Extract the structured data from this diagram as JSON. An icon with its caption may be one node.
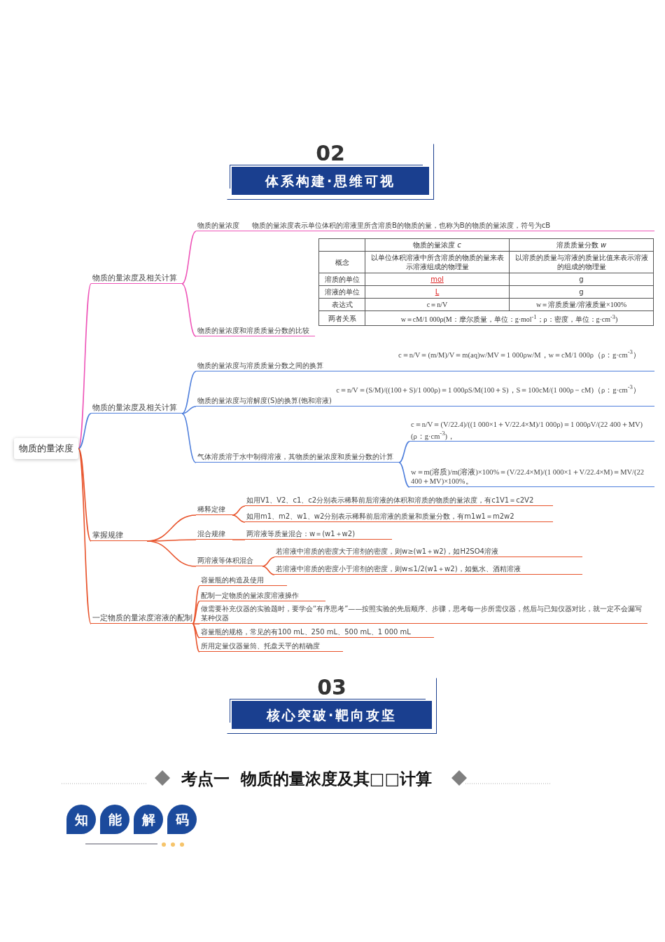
{
  "diagram": {
    "nodes": [
      {
        "text": [
          "02",
          "体系构建·思维可视"
        ]
      },
      {
        "text": [
          "物质的量浓度"
        ]
      },
      {
        "text": [
          "物质的量浓度及相关计算"
        ]
      },
      {
        "text": [
          "物质的量浓度",
          "物质的量浓度表示单位体积的溶液里所含溶质B的物质的量，也称为B的物质的量浓度，符号为cB"
        ]
      },
      {
        "text": [
          "物质的量浓度和溶质质量分数的比较"
        ]
      },
      {
        "text": [
          "物质的量浓度及相关计算"
        ]
      },
      {
        "text": [
          "物质的量浓度与溶质质量分数之间的换算",
          "c＝n/V＝(m/M)/V＝m(aq)w/MV＝1 000ρw/M，w＝cM/1 000ρ（ρ：g·cm$^{-3}$）"
        ]
      },
      {
        "text": [
          "物质的量浓度与溶解度(S)的换算(饱和溶液)",
          "c＝n/V＝(S/M)/((100＋S)/1 000ρ)＝1 000ρS/M(100＋S)，S＝100cM/(1 000ρ－cM)（ρ：g·cm$^{-3}$）"
        ]
      },
      {
        "text": [
          "气体溶质溶于水中制得溶液，其物质的量浓度和质量分数的计算"
        ]
      },
      {
        "text": [
          "c＝n/V＝(V/22.4)/((1 000×1＋V/22.4×M)/1 000ρ)＝1 000ρV/(22 400＋MV)(ρ：g·cm$^{-3}$)，"
        ]
      },
      {
        "text": [
          "w＝m(溶质)/m(溶液)×100%＝(V/22.4×M)/(1 000×1＋V/22.4×M)＝MV/(22 400＋MV)×100%。"
        ]
      },
      {
        "text": [
          "掌握规律"
        ]
      },
      {
        "text": [
          "稀释定律"
        ]
      },
      {
        "text": [
          "如用V1、V2、c1、c2分别表示稀释前后溶液的体积和溶质的物质的量浓度，有c1V1＝c2V2"
        ]
      },
      {
        "text": [
          "如用m1、m2、w1、w2分别表示稀释前后溶液的质量和质量分数，有m1w1＝m2w2"
        ]
      },
      {
        "text": [
          "混合规律"
        ]
      },
      {
        "text": [
          "两溶液等质量混合：w＝(w1＋w2)"
        ]
      },
      {
        "text": [
          "两溶液等体积混合"
        ]
      },
      {
        "text": [
          "若溶液中溶质的密度大于溶剂的密度，则w≥(w1＋w2)，如H2SO4溶液"
        ]
      },
      {
        "text": [
          "若溶液中溶质的密度小于溶剂的密度，则w≤1/2(w1＋w2)，如氨水、酒精溶液"
        ]
      },
      {
        "text": [
          "一定物质的量浓度溶液的配制"
        ]
      },
      {
        "text": [
          "容量瓶的构造及使用"
        ]
      },
      {
        "text": [
          "配制一定物质的量浓度溶液操作"
        ]
      },
      {
        "text": [
          "做需要补充仪器的实验题时，要学会“有序思考”——按照实验的先后顺序、步骤，思考每一步所需仪器，然后与已知仪器对比，就一定不会漏写某种仪器"
        ]
      },
      {
        "text": [
          "容量瓶的规格，常见的有100 mL、250 mL、500 mL、1 000 mL"
        ]
      },
      {
        "text": [
          "所用定量仪器量筒、托盘天平的精确度"
        ]
      },
      {
        "text": [
          "03",
          "核心突破·靶向攻坚"
        ]
      },
      {
        "text": [
          "知"
        ]
      },
      {
        "text": [
          "能"
        ]
      },
      {
        "text": [
          "解"
        ]
      },
      {
        "text": [
          "码"
        ]
      }
    ],
    "edges": [
      {
        "from": 1,
        "to": 2,
        "arrow": "none",
        "color": "#ee55b8"
      },
      {
        "from": 2,
        "to": 3,
        "arrow": "none",
        "color": "#ee55b8"
      },
      {
        "from": 2,
        "to": 4,
        "arrow": "none",
        "color": "#ee55b8"
      },
      {
        "from": 1,
        "to": 5,
        "arrow": "none",
        "color": "#4f7fdc"
      },
      {
        "from": 5,
        "to": 6,
        "arrow": "none",
        "color": "#4f7fdc"
      },
      {
        "from": 5,
        "to": 7,
        "arrow": "none",
        "color": "#4f7fdc"
      },
      {
        "from": 5,
        "to": 8,
        "arrow": "none",
        "color": "#4f7fdc"
      },
      {
        "from": 8,
        "to": 9,
        "arrow": "none",
        "color": "#4f7fdc"
      },
      {
        "from": 8,
        "to": 10,
        "arrow": "none",
        "color": "#4f7fdc"
      },
      {
        "from": 1,
        "to": 11,
        "arrow": "none"
      },
      {
        "from": 11,
        "to": 12,
        "arrow": "none"
      },
      {
        "from": 12,
        "to": 13,
        "arrow": "none"
      },
      {
        "from": 12,
        "to": 14,
        "arrow": "none"
      },
      {
        "from": 11,
        "to": 15,
        "arrow": "none"
      },
      {
        "from": 15,
        "to": 16,
        "arrow": "none"
      },
      {
        "from": 11,
        "to": 17,
        "arrow": "none"
      },
      {
        "from": 17,
        "to": 18,
        "arrow": "none"
      },
      {
        "from": 17,
        "to": 19,
        "arrow": "none"
      },
      {
        "from": 1,
        "to": 20,
        "arrow": "none"
      },
      {
        "from": 20,
        "to": 21,
        "arrow": "none"
      },
      {
        "from": 20,
        "to": 22,
        "arrow": "none"
      },
      {
        "from": 20,
        "to": 23,
        "arrow": "none"
      },
      {
        "from": 20,
        "to": 24,
        "arrow": "none"
      },
      {
        "from": 20,
        "to": 25,
        "arrow": "none"
      }
    ],
    "labels": [
      "物质的量浓度 *c*",
      "溶质质量分数 *w*",
      "概念",
      "以单位体积溶液中所含溶质的物质的量来表示溶液组成的物理量",
      "以溶质的质量与溶液的质量比值来表示溶液的组成的物理量",
      "溶质的单位",
      "mol",
      "g",
      "溶液的单位",
      "L",
      "g",
      "表达式",
      "c＝n/V",
      "w＝溶质质量/溶液质量×100%",
      "两者关系",
      "w＝cM/1 000ρ(M：摩尔质量，单位：g·mol$^{-1}$；ρ：密度，单位：g·cm$^{-3}$)",
      "考点一  物质的量浓度及其□□计算"
    ]
  }
}
